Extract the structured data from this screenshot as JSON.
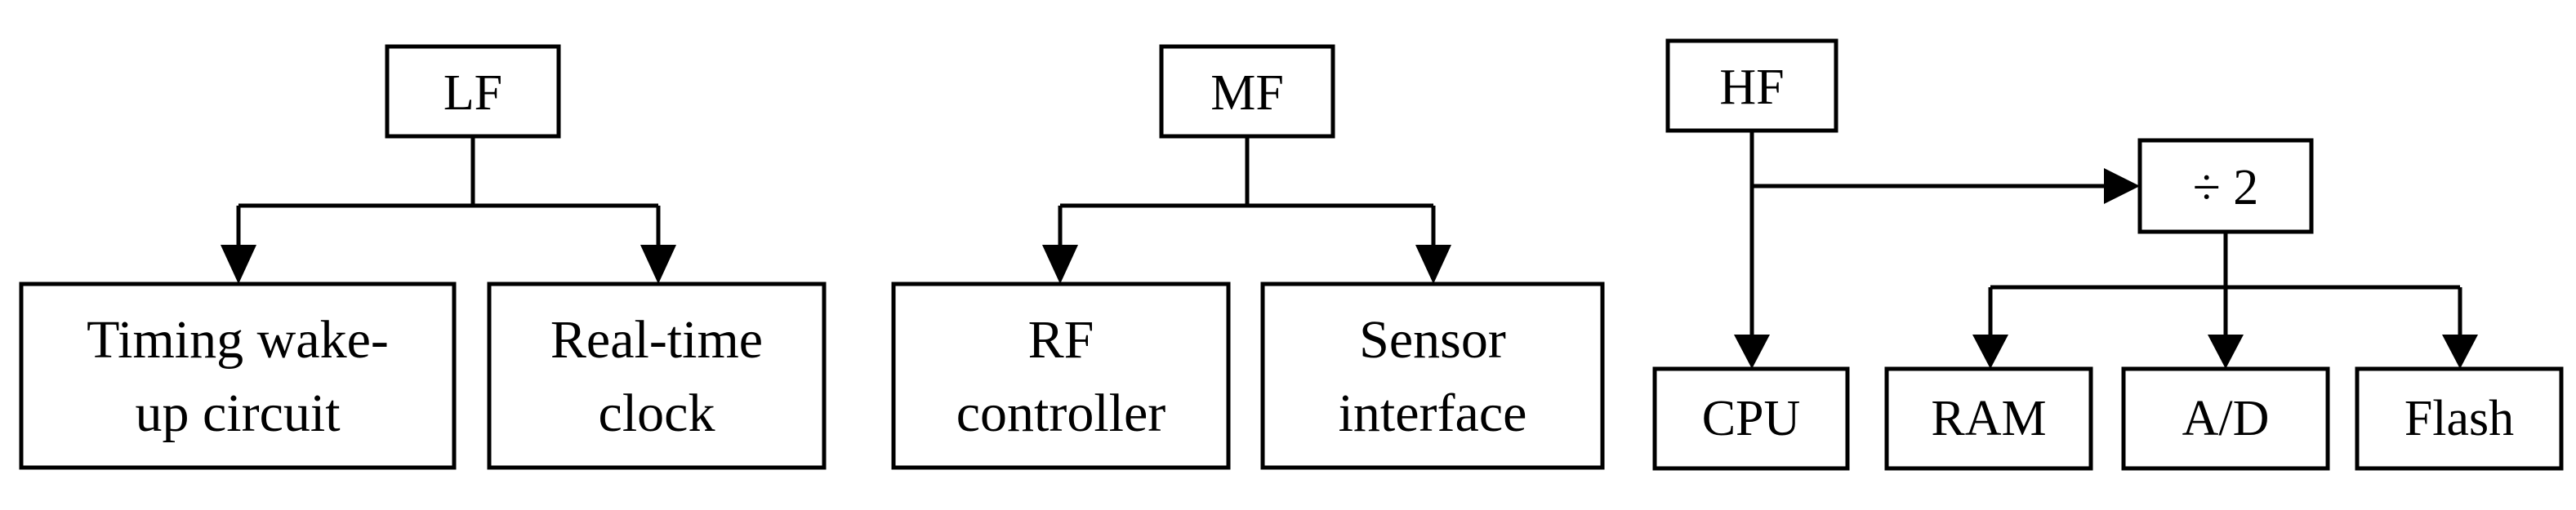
{
  "groups": {
    "lf": {
      "source": "LF",
      "targets": [
        {
          "line1": "Timing wake-",
          "line2": "up circuit"
        },
        {
          "line1": "Real-time",
          "line2": "clock"
        }
      ]
    },
    "mf": {
      "source": "MF",
      "targets": [
        {
          "line1": "RF",
          "line2": "controller"
        },
        {
          "line1": "Sensor",
          "line2": "interface"
        }
      ]
    },
    "hf": {
      "source": "HF",
      "divider": "÷ 2",
      "cpu": "CPU",
      "targets": [
        "RAM",
        "A/D",
        "Flash"
      ]
    }
  }
}
